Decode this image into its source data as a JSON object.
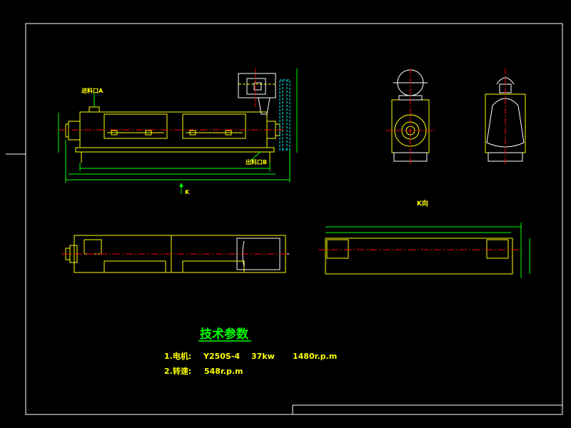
{
  "colors": {
    "background": "#000000",
    "frame": "#ffffff",
    "outline": "#ffff00",
    "center": "#ff0000",
    "dimension": "#00ff00",
    "hidden": "#00ffff",
    "text_label": "#ffff00",
    "text_param": "#ffff00",
    "title_text": "#00ff00"
  },
  "front_view": {
    "inlet_label": "进料口A",
    "outlet_label": "出料口B",
    "view_arrow_label": "K"
  },
  "k_view": {
    "title": "K向"
  },
  "specs": {
    "title": "技术参数",
    "row1": {
      "label": "1.电机:",
      "model": "Y250S-4",
      "power": "37kw",
      "speed": "1480r.p.m"
    },
    "row2": {
      "label": "2.转速:",
      "speed": "548r.p.m"
    }
  }
}
